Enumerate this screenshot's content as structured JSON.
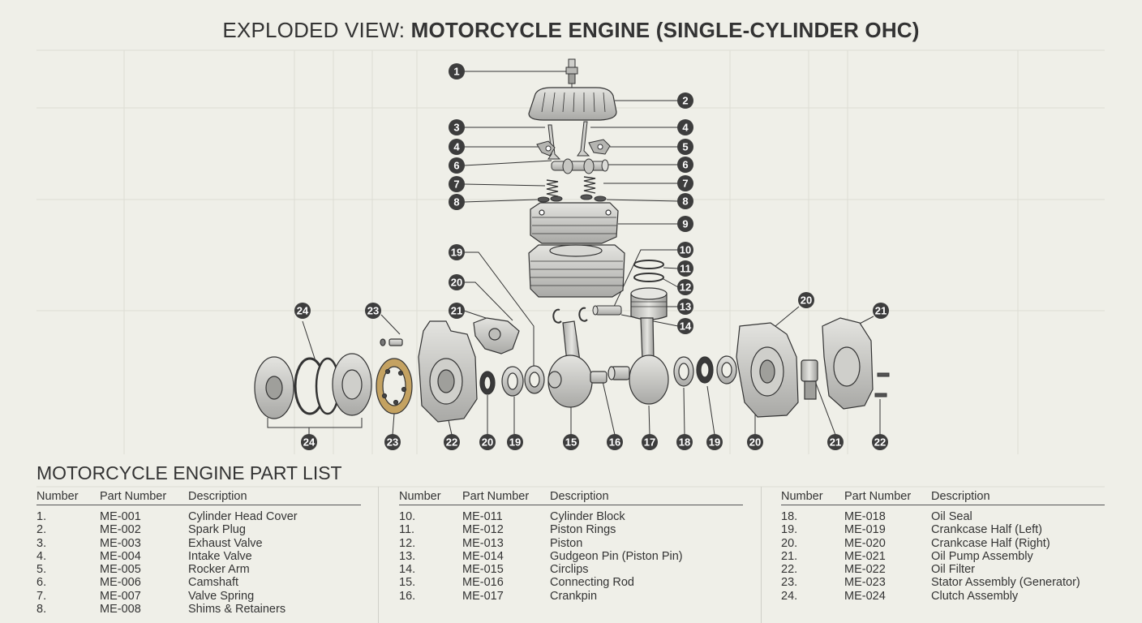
{
  "title": {
    "prefix": "EXPLODED VIEW: ",
    "bold": "MOTORCYCLE ENGINE (SINGLE-CYLINDER OHC)"
  },
  "diagram": {
    "callout_numbers": [
      "1",
      "2",
      "3",
      "4",
      "4",
      "5",
      "6",
      "6",
      "7",
      "7",
      "8",
      "8",
      "9",
      "10",
      "11",
      "12",
      "13",
      "14",
      "19",
      "20",
      "21",
      "23",
      "24",
      "20",
      "21",
      "24",
      "23",
      "22",
      "20",
      "19",
      "15",
      "16",
      "17",
      "18",
      "19",
      "20",
      "21",
      "22"
    ]
  },
  "parts_list": {
    "title": "MOTORCYCLE ENGINE PART LIST",
    "headers": {
      "number": "Number",
      "part_number": "Part Number",
      "description": "Description"
    },
    "columns": [
      [
        {
          "n": "1.",
          "pn": "ME-001",
          "d": "Cylinder Head Cover"
        },
        {
          "n": "2.",
          "pn": "ME-002",
          "d": "Spark Plug"
        },
        {
          "n": "3.",
          "pn": "ME-003",
          "d": "Exhaust Valve"
        },
        {
          "n": "4.",
          "pn": "ME-004",
          "d": "Intake Valve"
        },
        {
          "n": "5.",
          "pn": "ME-005",
          "d": "Rocker Arm"
        },
        {
          "n": "6.",
          "pn": "ME-006",
          "d": "Camshaft"
        },
        {
          "n": "7.",
          "pn": "ME-007",
          "d": "Valve Spring"
        },
        {
          "n": "8.",
          "pn": "ME-008",
          "d": "Shims & Retainers"
        }
      ],
      [
        {
          "n": "10.",
          "pn": "ME-011",
          "d": "Cylinder Block"
        },
        {
          "n": "11.",
          "pn": "ME-012",
          "d": "Piston Rings"
        },
        {
          "n": "12.",
          "pn": "ME-013",
          "d": "Piston"
        },
        {
          "n": "13.",
          "pn": "ME-014",
          "d": "Gudgeon Pin (Piston Pin)"
        },
        {
          "n": "14.",
          "pn": "ME-015",
          "d": "Circlips"
        },
        {
          "n": "15.",
          "pn": "ME-016",
          "d": "Connecting Rod"
        },
        {
          "n": "16.",
          "pn": "ME-017",
          "d": "Crankpin"
        }
      ],
      [
        {
          "n": "18.",
          "pn": "ME-018",
          "d": "Oil Seal"
        },
        {
          "n": "19.",
          "pn": "ME-019",
          "d": "Crankcase Half (Left)"
        },
        {
          "n": "20.",
          "pn": "ME-020",
          "d": "Crankcase Half (Right)"
        },
        {
          "n": "21.",
          "pn": "ME-021",
          "d": "Oil Pump Assembly"
        },
        {
          "n": "22.",
          "pn": "ME-022",
          "d": "Oil Filter"
        },
        {
          "n": "23.",
          "pn": "ME-023",
          "d": "Stator Assembly (Generator)"
        },
        {
          "n": "24.",
          "pn": "ME-024",
          "d": "Clutch Assembly"
        }
      ]
    ]
  }
}
